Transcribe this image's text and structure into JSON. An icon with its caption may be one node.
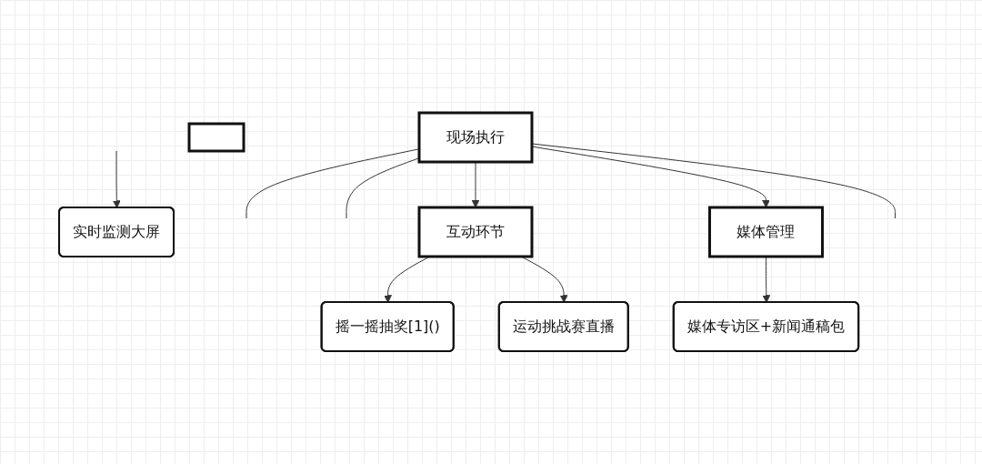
{
  "diagram": {
    "nodes": [
      {
        "text": [
          "现场执行"
        ]
      },
      {
        "text": [
          "互动环节"
        ]
      },
      {
        "text": [
          "媒体管理"
        ]
      },
      {
        "text": [],
        "shape": "box"
      },
      {
        "text": [
          "实时监测大屏"
        ]
      },
      {
        "text": [
          "摇一摇抽奖[1]()"
        ]
      },
      {
        "text": [
          "运动挑战赛直播"
        ]
      },
      {
        "text": [
          "媒体专访区+新闻通稿包"
        ]
      }
    ],
    "edges": [
      {
        "from": 0,
        "to": null,
        "arrow": "none"
      },
      {
        "from": 0,
        "to": null,
        "arrow": "none"
      },
      {
        "from": 0,
        "to": 1,
        "arrow": "to"
      },
      {
        "from": 0,
        "to": 2,
        "arrow": "to"
      },
      {
        "from": 0,
        "to": null,
        "arrow": "none"
      },
      {
        "from": null,
        "to": 4,
        "arrow": "to"
      },
      {
        "from": 1,
        "to": 5,
        "arrow": "to"
      },
      {
        "from": 1,
        "to": 6,
        "arrow": "to"
      },
      {
        "from": 2,
        "to": 7,
        "arrow": "to"
      }
    ]
  }
}
